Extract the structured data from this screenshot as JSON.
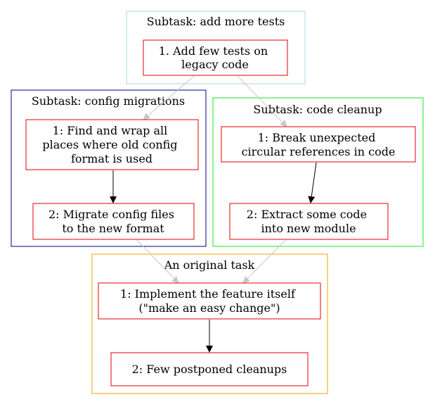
{
  "clusters": {
    "tests": {
      "label": "Subtask: add more tests",
      "border_color": "#a8d4e0"
    },
    "config": {
      "label": "Subtask: config migrations",
      "border_color": "#000080"
    },
    "cleanup": {
      "label": "Subtask: code cleanup",
      "border_color": "#1ee61e"
    },
    "original": {
      "label": "An original task",
      "border_color": "#f0a000"
    }
  },
  "nodes": {
    "add_tests": {
      "lines": [
        "1. Add few tests on",
        "legacy code"
      ]
    },
    "find_wrap": {
      "lines": [
        "1: Find and wrap all",
        "places where old config",
        "format is used"
      ]
    },
    "migrate": {
      "lines": [
        "2: Migrate config files",
        "to the new format"
      ]
    },
    "break_refs": {
      "lines": [
        "1: Break unexpected",
        "circular references in code"
      ]
    },
    "extract": {
      "lines": [
        "2: Extract some code",
        "into new module"
      ]
    },
    "implement": {
      "lines": [
        "1: Implement the feature itself",
        "(\"make an easy change\")"
      ]
    },
    "cleanups": {
      "lines": [
        "2: Few postponed cleanups"
      ]
    }
  },
  "colors": {
    "node_border": "#e00000",
    "edge_primary": "#000000",
    "edge_dependency": "#c8c8c8"
  }
}
